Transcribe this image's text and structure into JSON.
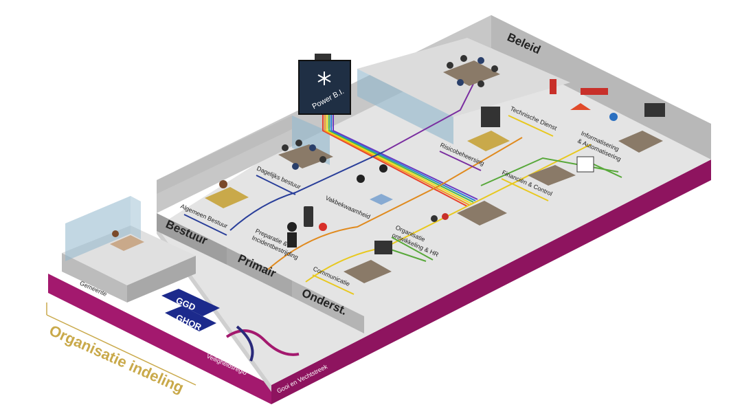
{
  "title": "Organisatie indeling",
  "band": {
    "left": "Veiligheidsregio",
    "right": "Gooi en Vechtstreek"
  },
  "gemeente": "Gemeente",
  "zones": {
    "beleid": "Beleid",
    "bestuur": "Bestuur",
    "primair": "Primair",
    "onderst": "Onderst."
  },
  "screen": "Power B.I.",
  "departments": {
    "algemeen": "Algemeen Bestuur",
    "dagelijks": "Dagelijks bestuur",
    "vakbekwaamheid": "Vakbekwaamheid",
    "preparatie_1": "Preparatie &",
    "preparatie_2": "Incidentbestrijding",
    "communicatie": "Communicatie",
    "organisatie_1": "Organisatie",
    "organisatie_2": "ontwikkeling & HR",
    "risico": "Risicobeheersing",
    "technisch": "Technische Dienst",
    "financien": "Financiën & Control",
    "informatisering_1": "Informatisering",
    "informatisering_2": "& Automatisering"
  },
  "logos": {
    "ggd_top": "GGD",
    "ggd_bottom": "GHOR"
  },
  "colors": {
    "band": "#a3196e",
    "floor": "#e6e6e6",
    "wall": "#c8c8c8",
    "zone_strip": "#9e9e9e",
    "title": "#c9a94a",
    "line_blue": "#2a3f9a",
    "line_purple": "#7a2ea0",
    "line_orange": "#e08a1e",
    "line_yellow": "#e8c81e",
    "line_green": "#58a83a",
    "glass": "#8fb6cc"
  },
  "icons": [
    "power-bi-snowflake-icon",
    "ggd-ghor-logo",
    "veiligheidsregio-ribbon-logo"
  ]
}
